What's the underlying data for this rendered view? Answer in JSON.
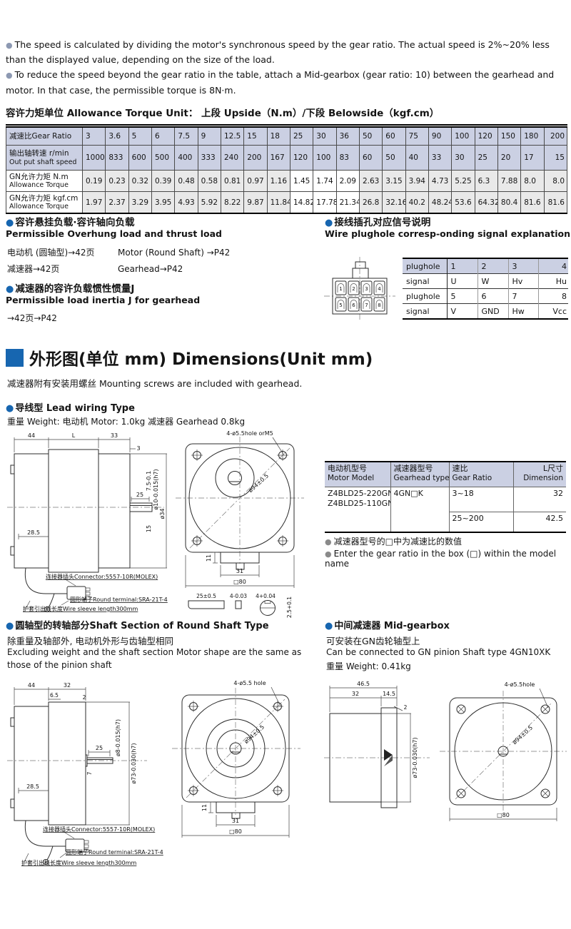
{
  "notes": {
    "n1": "The speed is calculated by dividing the motor's synchronous speed by the gear ratio. The actual speed is 2%~20% less than the displayed value, depending on the size of the load.",
    "n2": "To reduce the speed beyond the gear ratio in the table, attach a Mid-gearbox (gear ratio: 10) between the gearhead and motor. In that case, the permissible torque is 8N·m."
  },
  "torque_table": {
    "title": "容许力矩单位 Allowance Torque Unit： 上段 Upside（N.m）/下段 Belowside（kgf.cm）",
    "headers": {
      "ratio": "减速比Gear Ratio",
      "speed_cn": "输出轴转速 r/min",
      "speed_en": "Out put shaft speed",
      "nm_cn": "GN允许力矩  N.m",
      "nm_en": "Allowance Torque",
      "kgf_cn": "GN允许力矩  kgf.cm",
      "kgf_en": "Allowance Torque"
    },
    "columns": [
      {
        "ratio": "3",
        "speed": "1000",
        "nm": "0.19",
        "kgf": "1.97",
        "shaded": true
      },
      {
        "ratio": "3.6",
        "speed": "833",
        "nm": "0.23",
        "kgf": "2.37",
        "shaded": true
      },
      {
        "ratio": "5",
        "speed": "600",
        "nm": "0.32",
        "kgf": "3.29",
        "shaded": true
      },
      {
        "ratio": "6",
        "speed": "500",
        "nm": "0.39",
        "kgf": "3.95",
        "shaded": true
      },
      {
        "ratio": "7.5",
        "speed": "400",
        "nm": "0.48",
        "kgf": "4.93",
        "shaded": true
      },
      {
        "ratio": "9",
        "speed": "333",
        "nm": "0.58",
        "kgf": "5.92",
        "shaded": true
      },
      {
        "ratio": "12.5",
        "speed": "240",
        "nm": "0.81",
        "kgf": "8.22",
        "shaded": true
      },
      {
        "ratio": "15",
        "speed": "200",
        "nm": "0.97",
        "kgf": "9.87",
        "shaded": true
      },
      {
        "ratio": "18",
        "speed": "167",
        "nm": "1.16",
        "kgf": "11.84",
        "shaded": true
      },
      {
        "ratio": "25",
        "speed": "120",
        "nm": "1.45",
        "kgf": "14.82",
        "shaded": false
      },
      {
        "ratio": "30",
        "speed": "100",
        "nm": "1.74",
        "kgf": "17.78",
        "shaded": false
      },
      {
        "ratio": "36",
        "speed": "83",
        "nm": "2.09",
        "kgf": "21.34",
        "shaded": false
      },
      {
        "ratio": "50",
        "speed": "60",
        "nm": "2.63",
        "kgf": "26.8",
        "shaded": true
      },
      {
        "ratio": "60",
        "speed": "50",
        "nm": "3.15",
        "kgf": "32.16",
        "shaded": true
      },
      {
        "ratio": "75",
        "speed": "40",
        "nm": "3.94",
        "kgf": "40.2",
        "shaded": true
      },
      {
        "ratio": "90",
        "speed": "33",
        "nm": "4.73",
        "kgf": "48.24",
        "shaded": true
      },
      {
        "ratio": "100",
        "speed": "30",
        "nm": "5.25",
        "kgf": "53.6",
        "shaded": true
      },
      {
        "ratio": "120",
        "speed": "25",
        "nm": "6.3",
        "kgf": "64.32",
        "shaded": true
      },
      {
        "ratio": "150",
        "speed": "20",
        "nm": "7.88",
        "kgf": "80.4",
        "shaded": true
      },
      {
        "ratio": "180",
        "speed": "17",
        "nm": "8.0",
        "kgf": "81.6",
        "shaded": true
      },
      {
        "ratio": "200",
        "speed": "15",
        "nm": "8.0",
        "kgf": "81.6",
        "shaded": true
      }
    ]
  },
  "overhung": {
    "title_cn": "容许悬挂负载·容许轴向负载",
    "title_en": "Permissible Overhung load and thrust load",
    "row1_cn": "电动机 (圆轴型)→42页",
    "row1_en": "Motor (Round Shaft) →P42",
    "row2_cn": "减速器→42页",
    "row2_en": "Gearhead→P42"
  },
  "inertia": {
    "title_cn": "减速器的容许负载惯性惯量J",
    "title_en": "Permissible load inertia J for gearhead",
    "ref": "→42页→P42"
  },
  "plughole": {
    "title_cn": "接线插孔对应信号说明",
    "title_en": "Wire plughole corresp-onding signal explanation",
    "pins": [
      "1",
      "2",
      "3",
      "4",
      "5",
      "6",
      "7",
      "8"
    ],
    "table": {
      "r1": [
        "plughole",
        "1",
        "2",
        "3",
        "4"
      ],
      "r2": [
        "signal",
        "U",
        "W",
        "Hv",
        "Hu"
      ],
      "r3": [
        "plughole",
        "5",
        "6",
        "7",
        "8"
      ],
      "r4": [
        "signal",
        "V",
        "GND",
        "Hw",
        "Vcc"
      ]
    }
  },
  "dimensions": {
    "title": "外形图(单位 mm) Dimensions(Unit mm)",
    "subtitle": "减速器附有安装用螺丝 Mounting screws are included with gearhead.",
    "lead_heading": "导线型 Lead wiring Type",
    "lead_weight": "重量 Weight: 电动机 Motor: 1.0kg  减速器 Gearhead 0.8kg"
  },
  "model_table": {
    "h1_cn": "电动机型号",
    "h1_en": "Motor Model",
    "h2_cn": "减速器型号",
    "h2_en": "Gearhead type",
    "h3_cn": "速比",
    "h3_en": "Gear Ratio",
    "h4_cn": "L尺寸",
    "h4_en": "Dimension",
    "model1": "Z4BLD25-220GN",
    "model2": "Z4BLD25-110GN",
    "gearhead": "4GN□K",
    "ratio1": "3~18",
    "dim1": "32",
    "ratio2": "25~200",
    "dim2": "42.5",
    "note1": "减速器型号的□中为减速比的数值",
    "note2": "Enter the gear ratio in the box (□) within the model name"
  },
  "round_shaft": {
    "heading_cn": "圆轴型的转轴部分",
    "heading_en": "Shaft Section of Round Shaft Type",
    "line_cn": "除重量及轴部外, 电动机外形与齿轴型相同",
    "line_en1": "Excluding weight and the shaft section Motor shape are the same as",
    "line_en2": "those of the pinion shaft"
  },
  "midgearbox": {
    "heading_cn": "中间减速器",
    "heading_en": "Mid-gearbox",
    "line_cn": "可安装在GN齿轮轴型上",
    "line_en": "Can be connected to GN pinion Shaft type 4GN10XK",
    "weight": "重量 Weight: 0.41kg"
  },
  "drw": {
    "labels": {
      "connector": "连接器插头Connector:5557-10R(MOLEX)",
      "terminal": "圆形端子Round terminal:SRA-21T-4",
      "sleeve": "护套引出线长度Wire sleeve length300mm"
    },
    "lead_side": {
      "a": "44",
      "b": "L",
      "c": "33",
      "d": "3",
      "e": "25",
      "f": "7.5-0.1",
      "g": "ø10-0.015(h7)",
      "h": "ø34",
      "i": "15",
      "j": "28.5"
    },
    "lead_front": {
      "a": "4-ø5.5hole orM5",
      "b": "ø94±0.5",
      "c": "11",
      "d": "31",
      "e": "□80",
      "f": "25±0.5",
      "g": "4-0.03",
      "h": "4+0.04",
      "i": "2.5+0.1"
    },
    "round_side": {
      "a": "44",
      "b": "32",
      "c": "6.5",
      "d": "2",
      "e": "25",
      "f": "7",
      "g": "ø8-0.015(h7)",
      "h": "ø73-0.030(h7)",
      "i": "28.5"
    },
    "round_front": {
      "a": "4-ø5.5 hole",
      "b": "ø94±0.5",
      "c": "11",
      "d": "31",
      "e": "□80"
    },
    "mid_side": {
      "a": "46.5",
      "b": "32",
      "c": "14.5",
      "d": "2",
      "e": "ø73-0.030(h7)"
    },
    "mid_front": {
      "a": "4-ø5.5hole",
      "b": "ø94±0.5",
      "c": "□80"
    }
  }
}
